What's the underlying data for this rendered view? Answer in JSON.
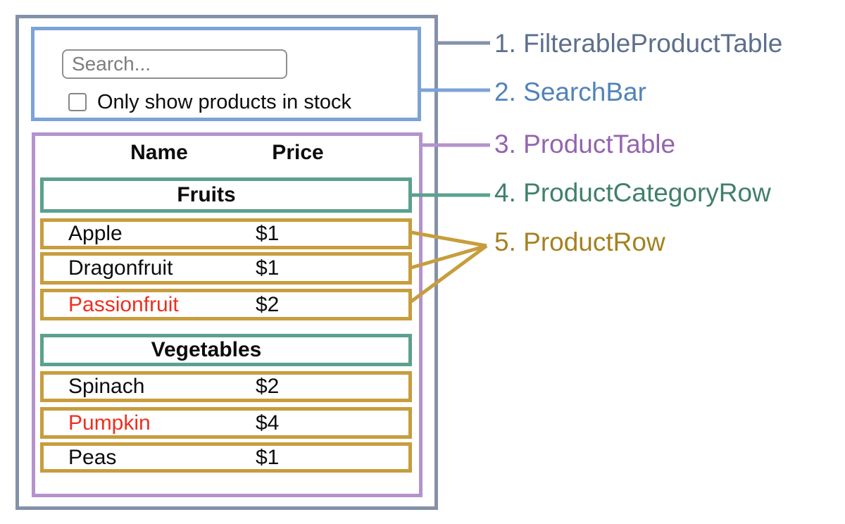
{
  "search_bar": {
    "placeholder": "Search...",
    "checkbox_label": "Only show products in stock",
    "checkbox_checked": false
  },
  "product_table": {
    "columns": [
      "Name",
      "Price"
    ],
    "rows": [
      {
        "type": "category",
        "label": "Fruits"
      },
      {
        "type": "product",
        "name": "Apple",
        "price": "$1",
        "stocked": true
      },
      {
        "type": "product",
        "name": "Dragonfruit",
        "price": "$1",
        "stocked": true
      },
      {
        "type": "product",
        "name": "Passionfruit",
        "price": "$2",
        "stocked": false
      },
      {
        "type": "category",
        "label": "Vegetables"
      },
      {
        "type": "product",
        "name": "Spinach",
        "price": "$2",
        "stocked": true
      },
      {
        "type": "product",
        "name": "Pumpkin",
        "price": "$4",
        "stocked": false
      },
      {
        "type": "product",
        "name": "Peas",
        "price": "$1",
        "stocked": true
      }
    ]
  },
  "legend": [
    {
      "label": "1. FilterableProductTable",
      "color": "#5d6f8d"
    },
    {
      "label": "2. SearchBar",
      "color": "#5183ba"
    },
    {
      "label": "3. ProductTable",
      "color": "#9464ae"
    },
    {
      "label": "4. ProductCategoryRow",
      "color": "#40806a"
    },
    {
      "label": "5. ProductRow",
      "color": "#a5811f"
    }
  ],
  "colors": {
    "filterable_product_table_border": "#8492a8",
    "search_bar_border": "#7ca3d8",
    "product_table_border": "#b493cd",
    "product_category_row_border": "#5aa18e",
    "product_row_border": "#c79d3d",
    "out_of_stock_text": "#ee2f1f"
  }
}
